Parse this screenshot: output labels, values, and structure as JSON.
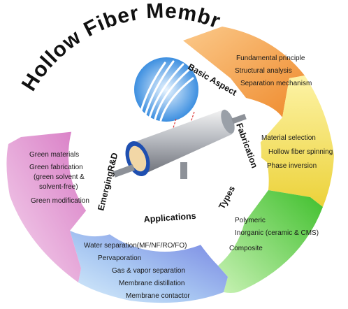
{
  "title": "Hollow Fiber Membrane",
  "segments": {
    "basic_aspect": {
      "label": "Basic Aspect",
      "items": [
        "Fundamental principle",
        "Structural analysis",
        "Separation mechanism"
      ],
      "color": "#f39a3d"
    },
    "fabrication": {
      "label": "Fabrication",
      "items": [
        "Material selection",
        "Hollow fiber spinning",
        "Phase inversion"
      ],
      "color": "#f2dc4a"
    },
    "types": {
      "label": "Types",
      "items": [
        "Polymeric",
        "Inorganic (ceramic & CMS)",
        "Composite"
      ],
      "color": "#5ccf3d"
    },
    "applications": {
      "label": "Applications",
      "items": [
        "Water separation(MF/NF/RO/FO)",
        "Pervaporation",
        "Gas & vapor separation",
        "Membrane distillation",
        "Membrane contactor"
      ],
      "color": "#7f8fe8"
    },
    "emerging": {
      "label": "EmergingR&D",
      "items": [
        "Green materials",
        "Green fabrication",
        "(green solvent &",
        "solvent-free)",
        "Green modification"
      ],
      "color": "#e089cc"
    }
  }
}
